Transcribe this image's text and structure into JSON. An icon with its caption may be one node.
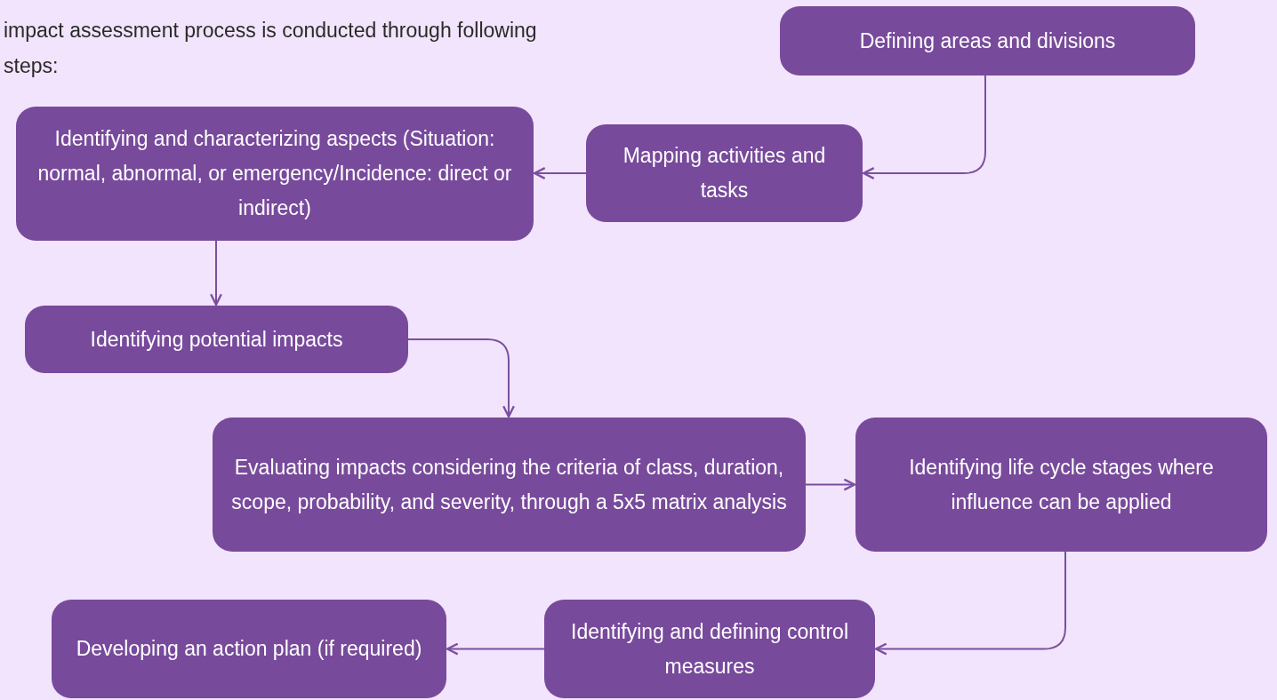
{
  "diagram": {
    "nodes": [
      {
        "text": [
          "Defining areas and divisions"
        ]
      },
      {
        "text": [
          "Mapping activities and tasks"
        ]
      },
      {
        "text": [
          "Identifying and characterizing aspects (Situation: normal, abnormal, or emergency/Incidence: direct or indirect)"
        ]
      },
      {
        "text": [
          "Identifying potential impacts"
        ]
      },
      {
        "text": [
          "Evaluating impacts considering the criteria of class, duration, scope, probability, and severity, through a 5x5 matrix analysis"
        ]
      },
      {
        "text": [
          "Identifying life cycle stages where influence can be applied"
        ]
      },
      {
        "text": [
          "Identifying and defining control measures"
        ]
      },
      {
        "text": [
          "Developing an action plan (if required)"
        ]
      }
    ],
    "edges": [
      {
        "from": 0,
        "to": 1,
        "arrow": "to"
      },
      {
        "from": 1,
        "to": 2,
        "arrow": "to"
      },
      {
        "from": 2,
        "to": 3,
        "arrow": "to"
      },
      {
        "from": 3,
        "to": 4,
        "arrow": "to"
      },
      {
        "from": 4,
        "to": 5,
        "arrow": "to"
      },
      {
        "from": 5,
        "to": 6,
        "arrow": "to"
      },
      {
        "from": 6,
        "to": 7,
        "arrow": "to"
      }
    ],
    "labels": [
      "impact assessment process is conducted through following steps:"
    ]
  }
}
